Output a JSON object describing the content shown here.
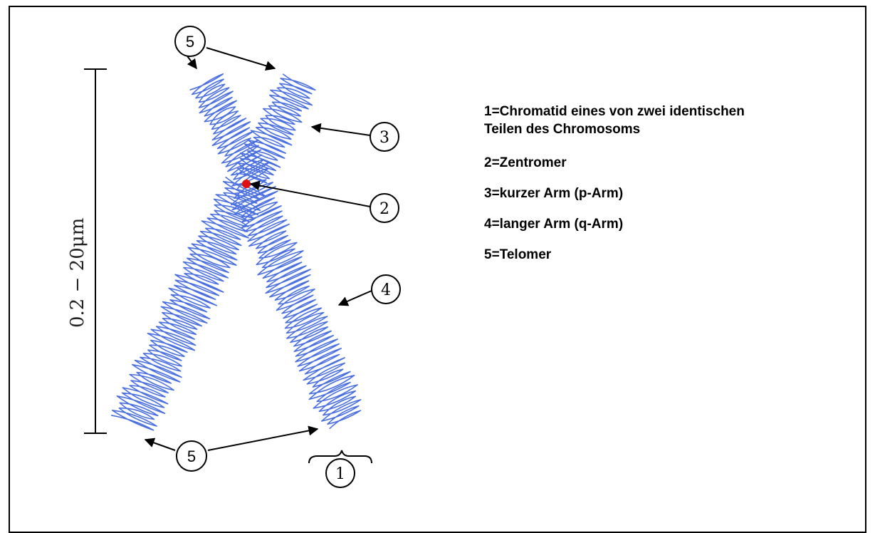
{
  "scale_label": "0.2 − 20μm",
  "callouts": {
    "telomer_top": "5",
    "short_arm": "3",
    "centromere": "2",
    "long_arm": "4",
    "telomer_bottom": "5",
    "chromatid": "1"
  },
  "legend": [
    "1=Chromatid eines von zwei identischen Teilen des Chromosoms",
    "2=Zentromer",
    "3=kurzer Arm (p-Arm)",
    "4=langer Arm (q-Arm)",
    "5=Telomer"
  ],
  "colors": {
    "chromosome": "#4a6fe0",
    "centromere": "#e01010",
    "lines": "#000000"
  }
}
